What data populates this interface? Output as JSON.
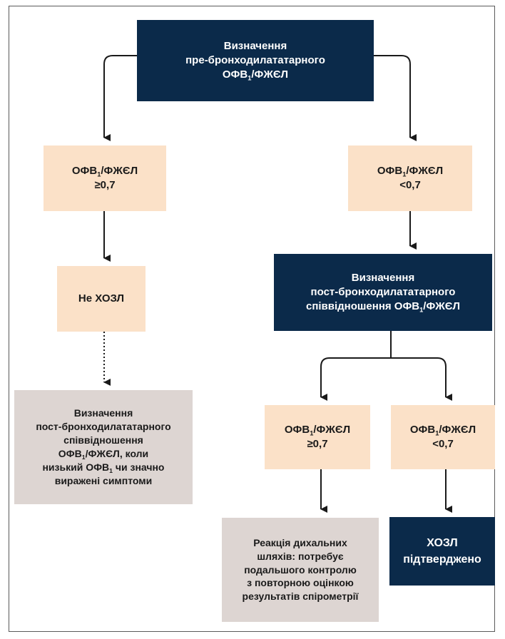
{
  "diagram": {
    "nodes": {
      "pre_measure": {
        "line1": "Визначення",
        "line2": "пре-бронходилататарного",
        "ratio": {
          "pre": "ОФВ",
          "sub": "1",
          "post": "/ФЖЄЛ"
        }
      },
      "left_ratio": {
        "ratio": {
          "pre": "ОФВ",
          "sub": "1",
          "post": "/ФЖЄЛ"
        },
        "value": "≥0,7"
      },
      "right_ratio": {
        "ratio": {
          "pre": "ОФВ",
          "sub": "1",
          "post": "/ФЖЄЛ"
        },
        "value": "<0,7"
      },
      "not_copd": {
        "text": "Не ХОЗЛ"
      },
      "post_measure": {
        "line1": "Визначення",
        "line2": "пост-бронходилататарного",
        "line3_pre": "співвідношення ОФВ",
        "line3_sub": "1",
        "line3_post": "/ФЖЄЛ"
      },
      "left_post_note": {
        "line1": "Визначення",
        "line2": "пост-бронходилататарного",
        "line3": "співвідношення",
        "line4_pre": "ОФВ",
        "line4_sub": "1",
        "line4_post": "/ФЖЄЛ, коли",
        "line5_pre": "низький ОФВ",
        "line5_sub": "1",
        "line5_post": " чи значно",
        "line6": "виражені симптоми"
      },
      "post_ge": {
        "ratio": {
          "pre": "ОФВ",
          "sub": "1",
          "post": "/ФЖЄЛ"
        },
        "value": "≥0,7"
      },
      "post_lt": {
        "ratio": {
          "pre": "ОФВ",
          "sub": "1",
          "post": "/ФЖЄЛ"
        },
        "value": "<0,7"
      },
      "reaction": {
        "line1": "Реакція дихальних",
        "line2": "шляхів: потребує",
        "line3": "подальшого контролю",
        "line4": "з повторною оцінкою",
        "line5": "результатів спірометрії"
      },
      "copd_confirmed": {
        "line1": "ХОЗЛ",
        "line2": "підтверджено"
      }
    }
  },
  "colors": {
    "dark": "#0b2a4a",
    "peach": "#fbe1c8",
    "grey": "#ddd5d2",
    "line": "#1a1a1a"
  }
}
